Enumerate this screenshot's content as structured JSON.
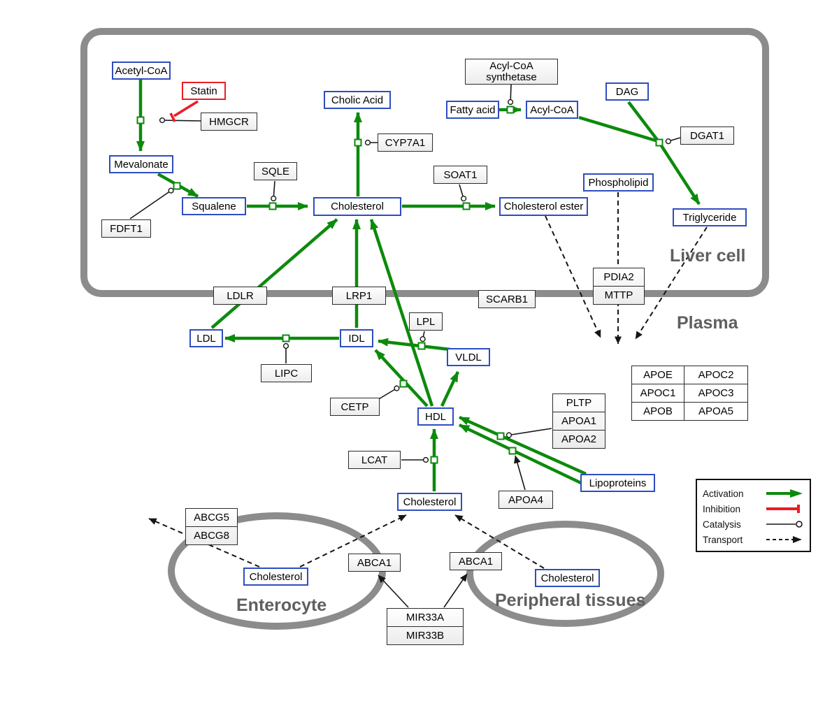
{
  "colors": {
    "activation": "#0c8a0c",
    "inhibition": "#ec1c24",
    "catalysis_line": "#161616",
    "metabolite_border": "#2f4dc0",
    "enzyme_border": "#2b2b2b",
    "compartment": "#8c8c8c",
    "compartment_label": "#5f5f5f"
  },
  "compartments": {
    "liver": "Liver cell",
    "plasma": "Plasma",
    "enterocyte": "Enterocyte",
    "peripheral": "Peripheral tissues"
  },
  "nodes": {
    "acetyl_coa": "Acetyl-CoA",
    "statin": "Statin",
    "hmgcr": "HMGCR",
    "mevalonate": "Mevalonate",
    "fdft1": "FDFT1",
    "squalene": "Squalene",
    "sqle": "SQLE",
    "cholesterol_liver": "Cholesterol",
    "cholic_acid": "Cholic Acid",
    "cyp7a1": "CYP7A1",
    "soat1": "SOAT1",
    "cholesterol_ester": "Cholesterol ester",
    "acyl_coa_synthetase_l1": "Acyl-CoA",
    "acyl_coa_synthetase_l2": "synthetase",
    "fatty_acid": "Fatty acid",
    "acyl_coa": "Acyl-CoA",
    "dag": "DAG",
    "dgat1": "DGAT1",
    "phospholipid": "Phospholipid",
    "triglyceride": "Triglyceride",
    "pdia2": "PDIA2",
    "mttp": "MTTP",
    "ldlr": "LDLR",
    "lrp1": "LRP1",
    "scarb1": "SCARB1",
    "ldl": "LDL",
    "idl": "IDL",
    "lpl": "LPL",
    "vldl": "VLDL",
    "lipc": "LIPC",
    "cetp": "CETP",
    "hdl": "HDL",
    "pltp": "PLTP",
    "apoa1": "APOA1",
    "apoa2": "APOA2",
    "apoe": "APOE",
    "apoc2": "APOC2",
    "apoc1": "APOC1",
    "apoc3": "APOC3",
    "apob": "APOB",
    "apoa5": "APOA5",
    "lcat": "LCAT",
    "apoa4": "APOA4",
    "lipoproteins": "Lipoproteins",
    "cholesterol_plasma": "Cholesterol",
    "abcg5": "ABCG5",
    "abcg8": "ABCG8",
    "cholesterol_enterocyte": "Cholesterol",
    "abca1_left": "ABCA1",
    "abca1_right": "ABCA1",
    "cholesterol_peripheral": "Cholesterol",
    "mir33a": "MIR33A",
    "mir33b": "MIR33B"
  },
  "legend": {
    "activation": "Activation",
    "inhibition": "Inhibition",
    "catalysis": "Catalysis",
    "transport": "Transport"
  }
}
